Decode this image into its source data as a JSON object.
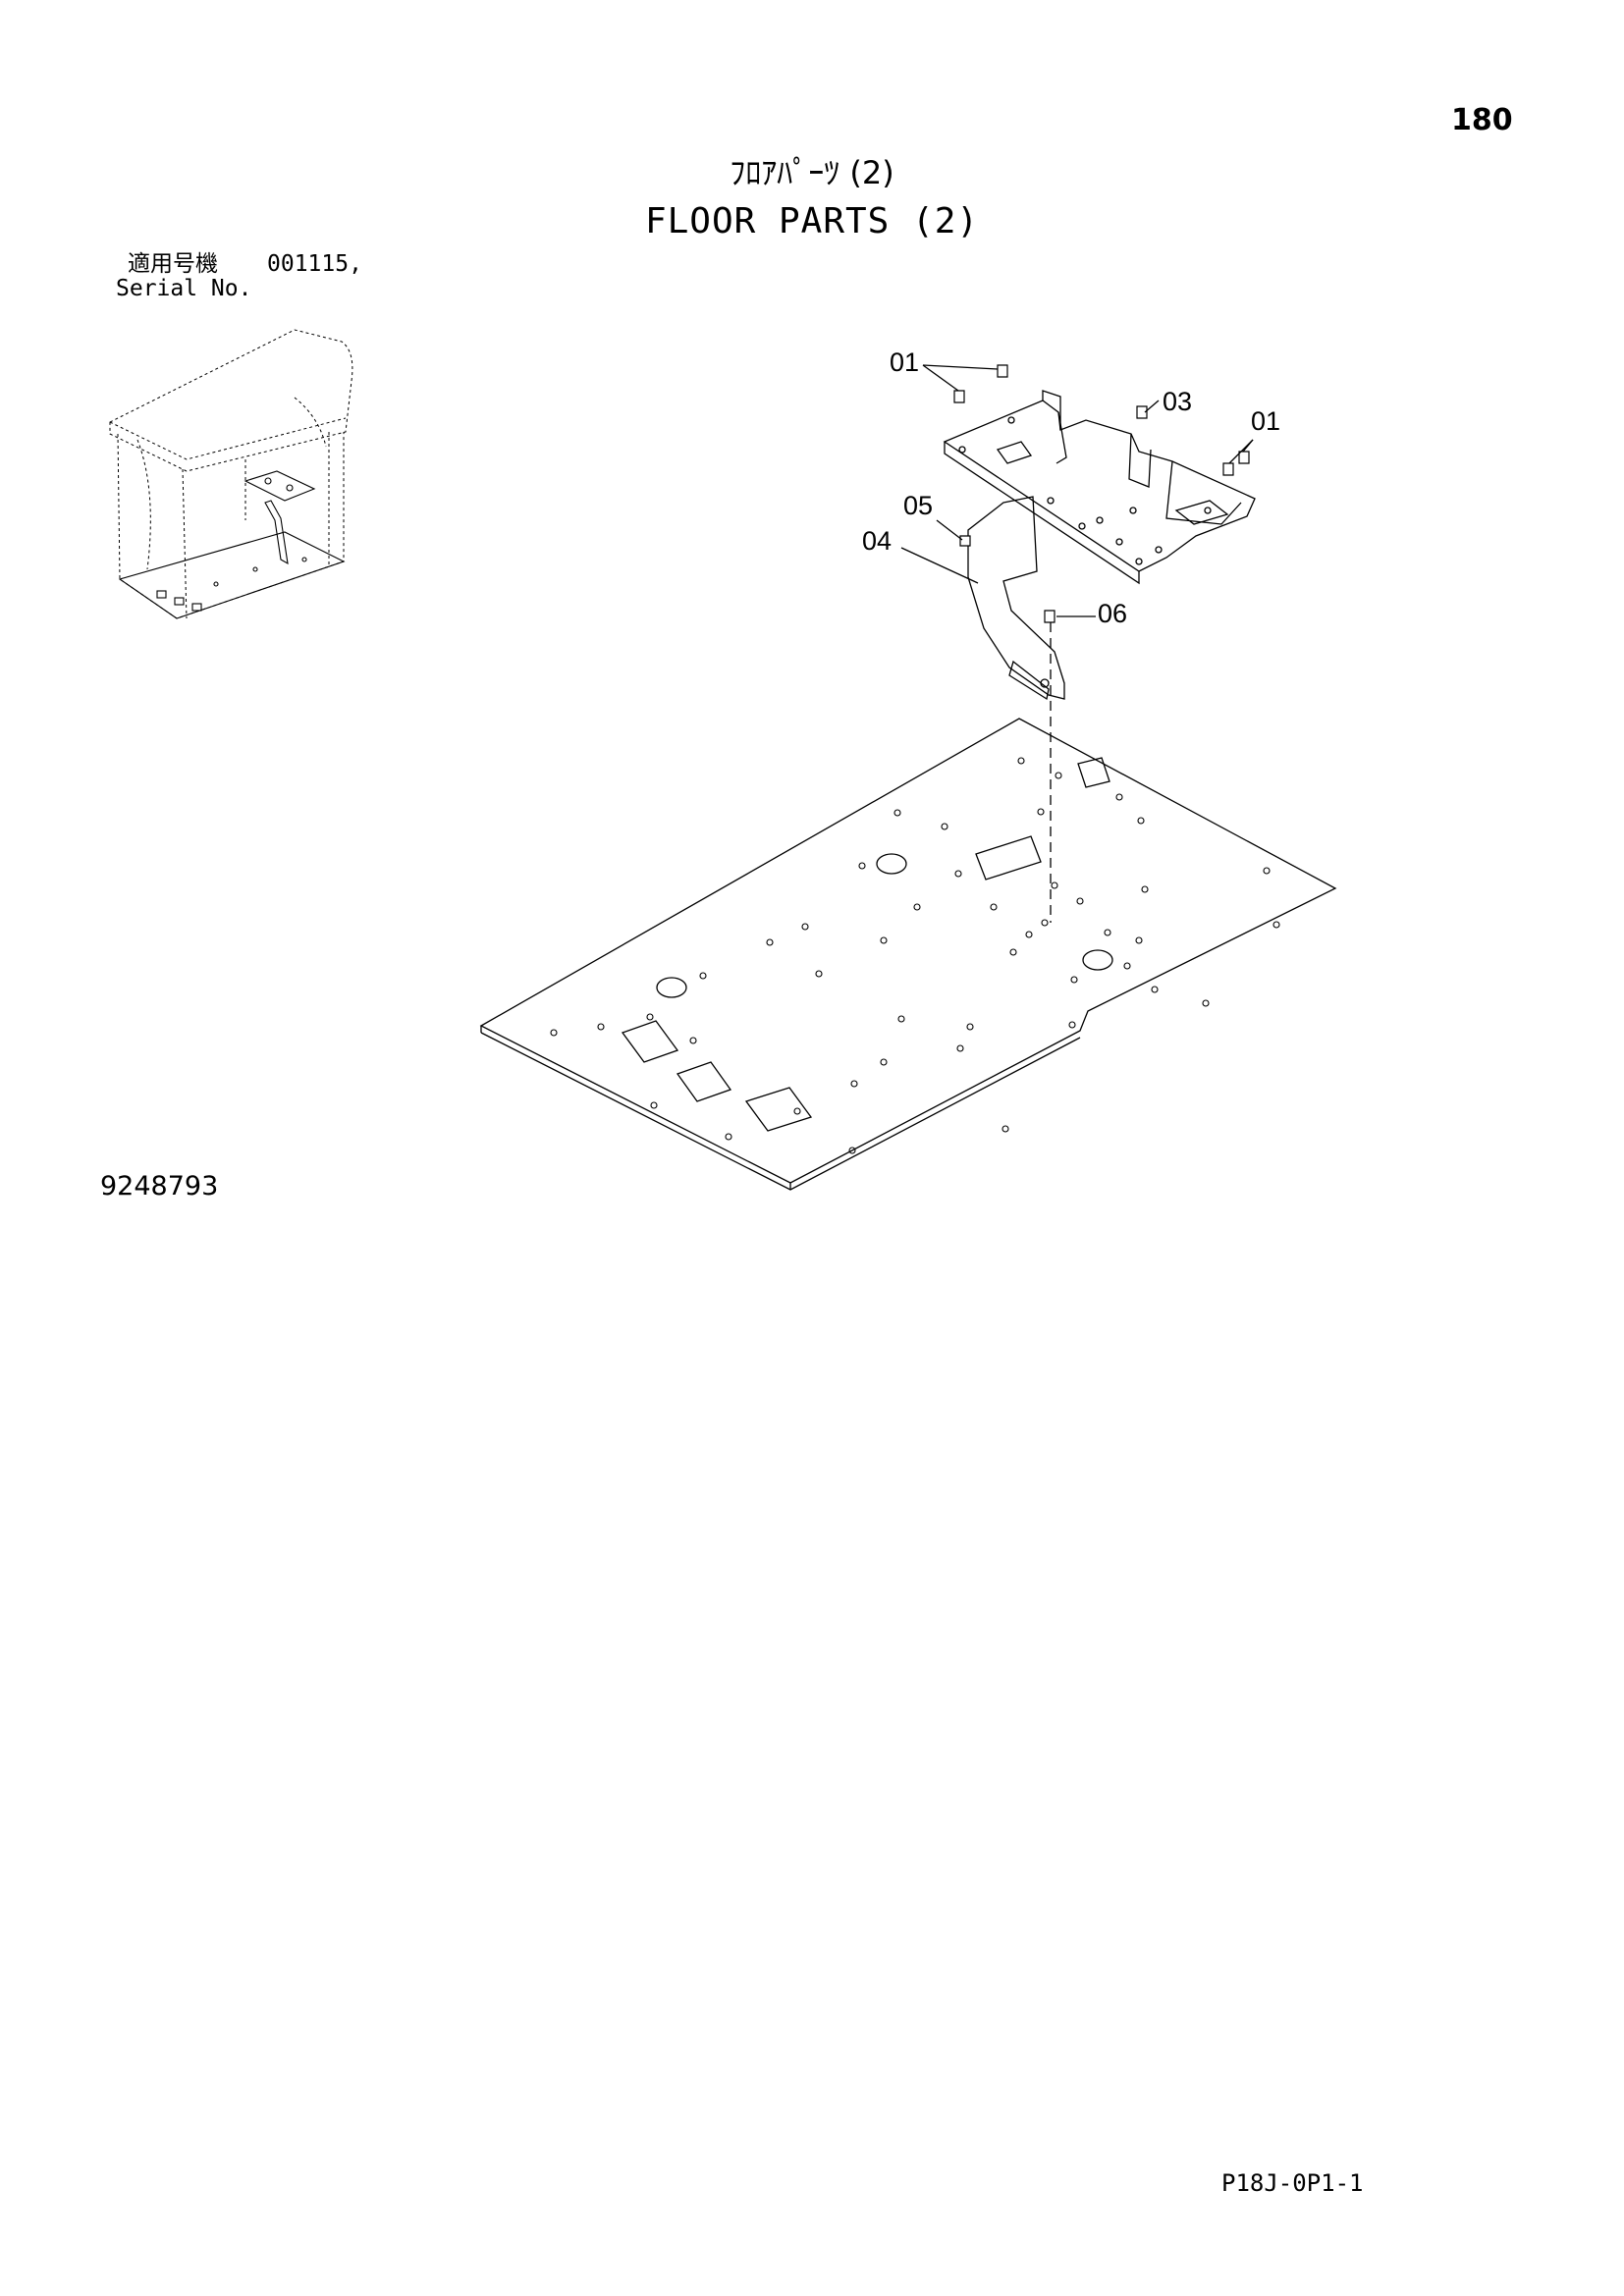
{
  "header": {
    "page_number": "180",
    "title_jp": "ﾌﾛｱﾊﾟｰﾂ (2)",
    "title_en": "FLOOR PARTS (2)"
  },
  "serial": {
    "label_jp": "適用号機",
    "value": "001115,",
    "label_en": "Serial No."
  },
  "callouts": {
    "c01a": "01",
    "c03": "03",
    "c01b": "01",
    "c05": "05",
    "c04": "04",
    "c06": "06"
  },
  "footer": {
    "drawing_number": "9248793",
    "page_code": "P18J-0P1-1"
  }
}
